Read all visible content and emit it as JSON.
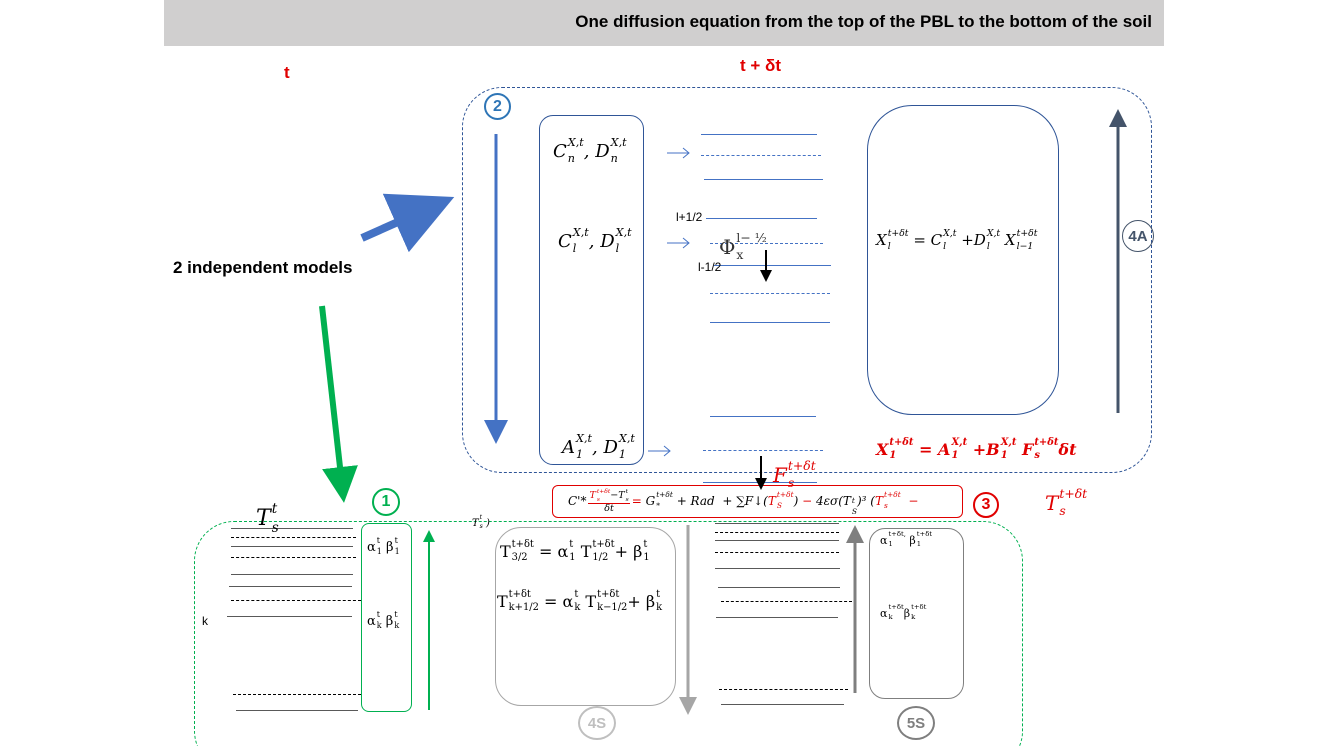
{
  "header": {
    "title": "One diffusion equation from the top of the PBL to the bottom of the soil"
  },
  "time_labels": {
    "t": "t",
    "t_dt": "t + δt"
  },
  "models_label": "2 independent models",
  "colors": {
    "red": "#e00000",
    "blue": "#4472c4",
    "navy": "#2f5597",
    "green": "#00b050",
    "gray": "#a6a6a6",
    "dark_gray": "#7f7f7f",
    "slate": "#44546a"
  },
  "badges": {
    "b1": "1",
    "b2": "2",
    "b3": "3",
    "b4a": "4A",
    "b4s": "4S",
    "b5s": "5S"
  },
  "layer_labels": {
    "l_plus": "l+1/2",
    "l_minus": "l-1/2",
    "k": "k"
  },
  "formulas": {
    "cn_dn": [
      {
        "t": "C",
        "sup": "X,t",
        "sub": "n"
      },
      {
        "t": ", "
      },
      {
        "t": "D",
        "sup": "X,t",
        "sub": "n"
      }
    ],
    "cl_dl": [
      {
        "t": "C",
        "sup": "X,t",
        "sub": "l"
      },
      {
        "t": ", "
      },
      {
        "t": "D",
        "sup": "X,t",
        "sub": "l"
      }
    ],
    "a1_d1": [
      {
        "t": "A",
        "sup": "X,t",
        "sub": "1"
      },
      {
        "t": ", "
      },
      {
        "t": "D",
        "sup": "X,t",
        "sub": "1"
      }
    ],
    "phi": [
      {
        "t": "Φ",
        "sup": "l− ½",
        "sub": "x"
      }
    ],
    "xl": [
      {
        "t": "X",
        "sup": "t+δt",
        "sub": "l"
      },
      {
        "t": " = "
      },
      {
        "t": "C",
        "sup": "X,t",
        "sub": "l"
      },
      {
        "t": " +"
      },
      {
        "t": "D",
        "sup": "X,t",
        "sub": "l"
      },
      {
        "t": " "
      },
      {
        "t": "X",
        "sup": "t+δt",
        "sub": "l−1"
      }
    ],
    "x1": [
      {
        "t": "X",
        "sup": "t+δt",
        "sub": "1"
      },
      {
        "t": " = "
      },
      {
        "t": "A",
        "sup": "X,t",
        "sub": "1"
      },
      {
        "t": " +"
      },
      {
        "t": "B",
        "sup": "X,t",
        "sub": "1"
      },
      {
        "t": " "
      },
      {
        "t": "F",
        "sup": "t+δt",
        "sub": "s"
      },
      {
        "t": "δt"
      }
    ],
    "fs": [
      {
        "t": "F",
        "sup": "t+δt",
        "sub": "s"
      }
    ],
    "ts_dt_right": [
      {
        "t": "T",
        "sup": "t+δt",
        "sub": "s"
      }
    ],
    "ts_t": [
      {
        "t": "T",
        "sup": "t",
        "sub": "s"
      }
    ],
    "ts_t_small": [
      {
        "t": "T",
        "sup": "t",
        "sub": "s"
      },
      {
        "t": " )"
      }
    ],
    "energy": [
      {
        "t": "C'*"
      },
      {
        "frac": {
          "num": [
            {
              "t": "T",
              "sup": "t+δt",
              "sub": "s",
              "c": "red"
            },
            {
              "t": "−T",
              "sup": "t",
              "sub": "s"
            }
          ],
          "den": [
            {
              "t": "δt"
            }
          ]
        }
      },
      {
        "t": "= ",
        "c": "red"
      },
      {
        "t": "G",
        "sup": "t+δt",
        "sub": "*"
      },
      {
        "t": " + Rad  + ∑F"
      },
      {
        "t": "↓("
      },
      {
        "t": "T",
        "sup": "t+δt",
        "sub": "S",
        "c": "red"
      },
      {
        "t": ") "
      },
      {
        "t": "− ",
        "c": "red"
      },
      {
        "t": "4εσ(T"
      },
      {
        "t": "",
        "sup": "t",
        "sub": "S"
      },
      {
        "t": ")³ ("
      },
      {
        "t": "T",
        "sup": "t+δt",
        "sub": "s",
        "c": "red"
      },
      {
        "t": "  −",
        "c": "red"
      }
    ],
    "a1b1": [
      {
        "t": "α",
        "sup": "t",
        "sub": "1"
      },
      {
        "t": " β",
        "sup": "t",
        "sub": "1"
      }
    ],
    "akbk": [
      {
        "t": "α",
        "sup": "t",
        "sub": "k"
      },
      {
        "t": " β",
        "sup": "t",
        "sub": "k"
      }
    ],
    "t32": [
      {
        "t": "T",
        "sup": "t+δt",
        "sub": "3/2"
      },
      {
        "t": " = α",
        "sup": "t",
        "sub": "1"
      },
      {
        "t": " T",
        "sup": "t+δt",
        "sub": "1/2"
      },
      {
        "t": "+ β",
        "sup": "t",
        "sub": "1"
      }
    ],
    "tk": [
      {
        "t": "T",
        "sup": "t+δt",
        "sub": "k+1/2"
      },
      {
        "t": " = α",
        "sup": "t",
        "sub": "k"
      },
      {
        "t": " T",
        "sup": "t+δt",
        "sub": "k−1/2"
      },
      {
        "t": "+ β",
        "sup": "t",
        "sub": "k"
      }
    ],
    "a1b1_dt": [
      {
        "t": "α",
        "sup": "t+δt,",
        "sub": "1"
      },
      {
        "t": " β",
        "sup": "t+δt",
        "sub": "1"
      }
    ],
    "akbk_dt": [
      {
        "t": "α",
        "sup": "t+δt",
        "sub": "k"
      },
      {
        "t": "β",
        "sup": "t+δt",
        "sub": "k"
      }
    ]
  }
}
